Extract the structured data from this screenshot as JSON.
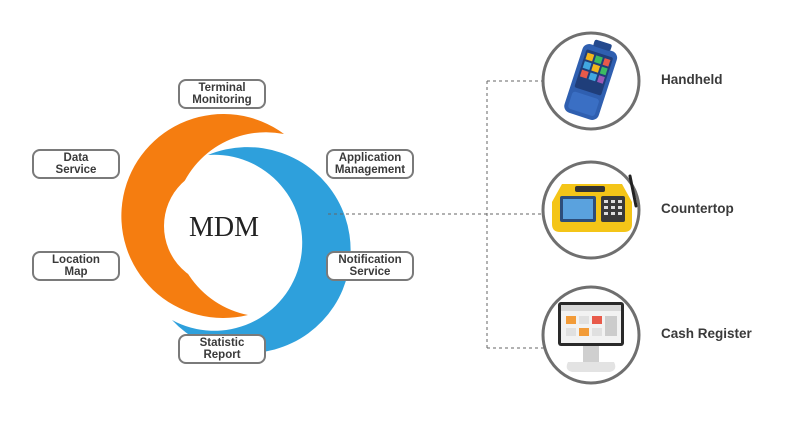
{
  "center_title": "MDM",
  "functions": [
    {
      "id": "terminal-monitoring",
      "line1": "Terminal",
      "line2": "Monitoring"
    },
    {
      "id": "data-service",
      "line1": "Data",
      "line2": "Service"
    },
    {
      "id": "application-management",
      "line1": "Application",
      "line2": "Management"
    },
    {
      "id": "location-map",
      "line1": "Location",
      "line2": "Map"
    },
    {
      "id": "notification-service",
      "line1": "Notification",
      "line2": "Service"
    },
    {
      "id": "statistic-report",
      "line1": "Statistic",
      "line2": "Report"
    }
  ],
  "devices": [
    {
      "id": "handheld",
      "label": "Handheld"
    },
    {
      "id": "countertop",
      "label": "Countertop"
    },
    {
      "id": "cash-register",
      "label": "Cash Register"
    }
  ],
  "colors": {
    "orange": "#f57d10",
    "blue": "#2ea0dc",
    "border_gray": "#7a7a7a",
    "text": "#3a3a3a",
    "connector": "#666666"
  }
}
